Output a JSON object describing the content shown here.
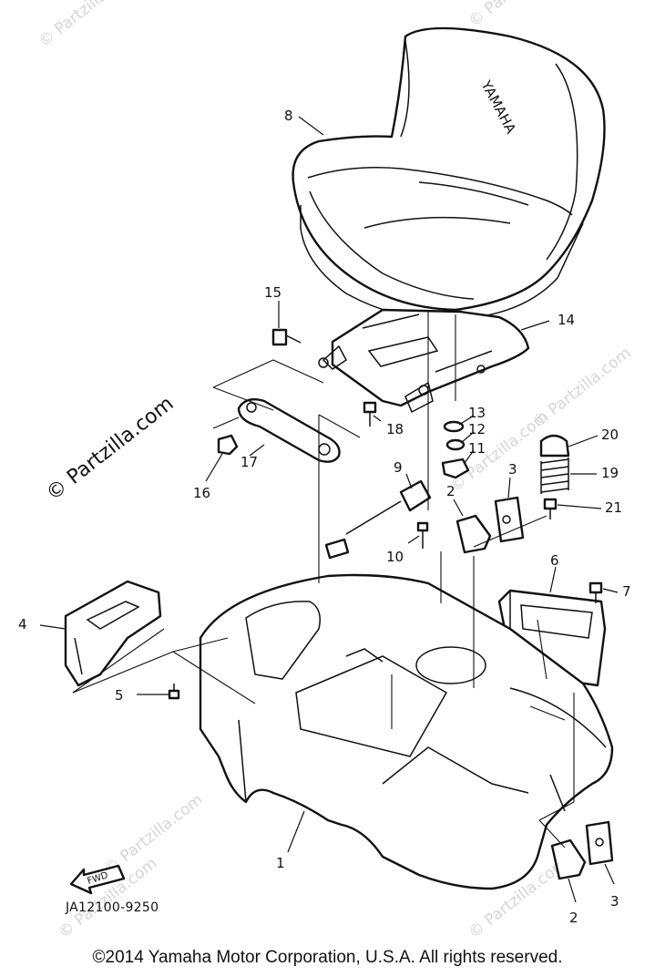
{
  "watermark": {
    "brand": "© Partzilla.com",
    "brand_short": "© Partzilla.com"
  },
  "seat_logo": "YAMAHA",
  "fwd_label": "FWD",
  "drawing_code": "JA12100-9250",
  "copyright": "©2014 Yamaha Motor Corporation, U.S.A. All rights reserved.",
  "callouts": {
    "c1": "1",
    "c2a": "2",
    "c2b": "2",
    "c3a": "3",
    "c3b": "3",
    "c4": "4",
    "c5": "5",
    "c6": "6",
    "c7": "7",
    "c8": "8",
    "c9": "9",
    "c10": "10",
    "c11": "11",
    "c12": "12",
    "c13": "13",
    "c14": "14",
    "c15": "15",
    "c16": "16",
    "c17": "17",
    "c18": "18",
    "c19": "19",
    "c20": "20",
    "c21": "21"
  }
}
